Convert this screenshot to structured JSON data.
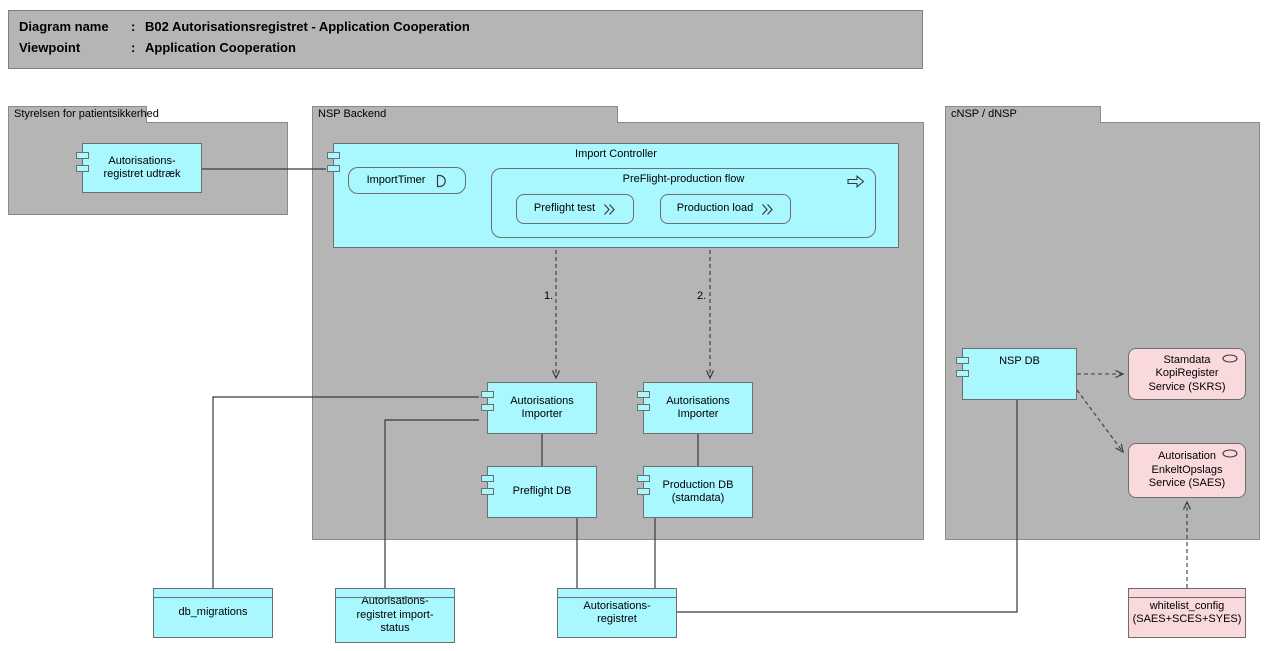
{
  "title": {
    "separator": ":",
    "rows": [
      {
        "label": "Diagram name",
        "value": "B02 Autorisationsregistret - Application Cooperation"
      },
      {
        "label": "Viewpoint",
        "value": "Application Cooperation"
      }
    ]
  },
  "groups": {
    "patientsikkerhed": "Styrelsen for patientsikkerhed",
    "nsp_backend": "NSP Backend",
    "cnsp": "cNSP / dNSP"
  },
  "nodes": {
    "autreg_udtraek": "Autorisations-\nregistret udtræk",
    "import_controller": "Import Controller",
    "import_timer": "ImportTimer",
    "preflight_flow": "PreFlight-production flow",
    "preflight_test": "Preflight test",
    "production_load": "Production load",
    "aut_importer_left": "Autorisations\nImporter",
    "aut_importer_right": "Autorisations\nImporter",
    "preflight_db": "Preflight DB",
    "production_db": "Production DB\n(stamdata)",
    "nsp_db": "NSP DB",
    "skrs": "Stamdata\nKopiRegister\nService (SKRS)",
    "saes": "Autorisation\nEnkeltOpslags\nService (SAES)",
    "db_migrations": "db_migrations",
    "import_status": "Autorisations-\nregistret import-\nstatus",
    "autorisationsregistret": "Autorisations-\nregistret",
    "whitelist_config": "whitelist_config\n(SAES+SCES+SYES)"
  },
  "edge_labels": {
    "one": "1.",
    "two": "2."
  },
  "colors": {
    "application_cyan": "#a9f7ff",
    "group_gray": "#b5b5b5",
    "service_pink": "#fad9dd",
    "line": "#3a3a3a"
  }
}
